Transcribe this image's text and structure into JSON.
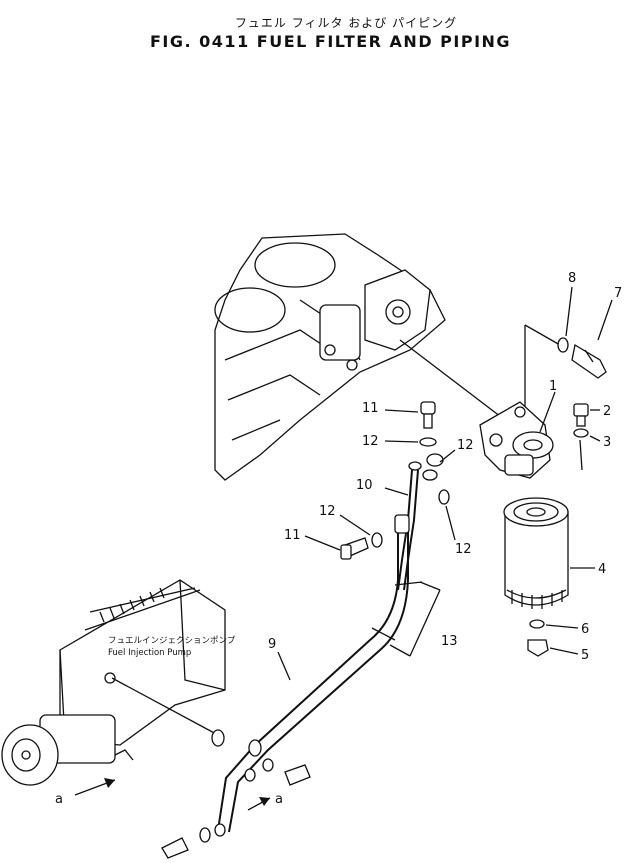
{
  "title": {
    "japanese": "フュエル フィルタ および パイピング",
    "english": "FIG. 0411  FUEL FILTER AND PIPING"
  },
  "pump_label": {
    "japanese": "フュエルインジェクションポンプ",
    "english": "Fuel Injection Pump"
  },
  "view_marker": "a",
  "callouts": [
    "1",
    "2",
    "3",
    "4",
    "5",
    "6",
    "7",
    "8",
    "9",
    "10",
    "11",
    "12",
    "13"
  ],
  "callout_11_repeat": "11",
  "callout_12_repeat": "12"
}
